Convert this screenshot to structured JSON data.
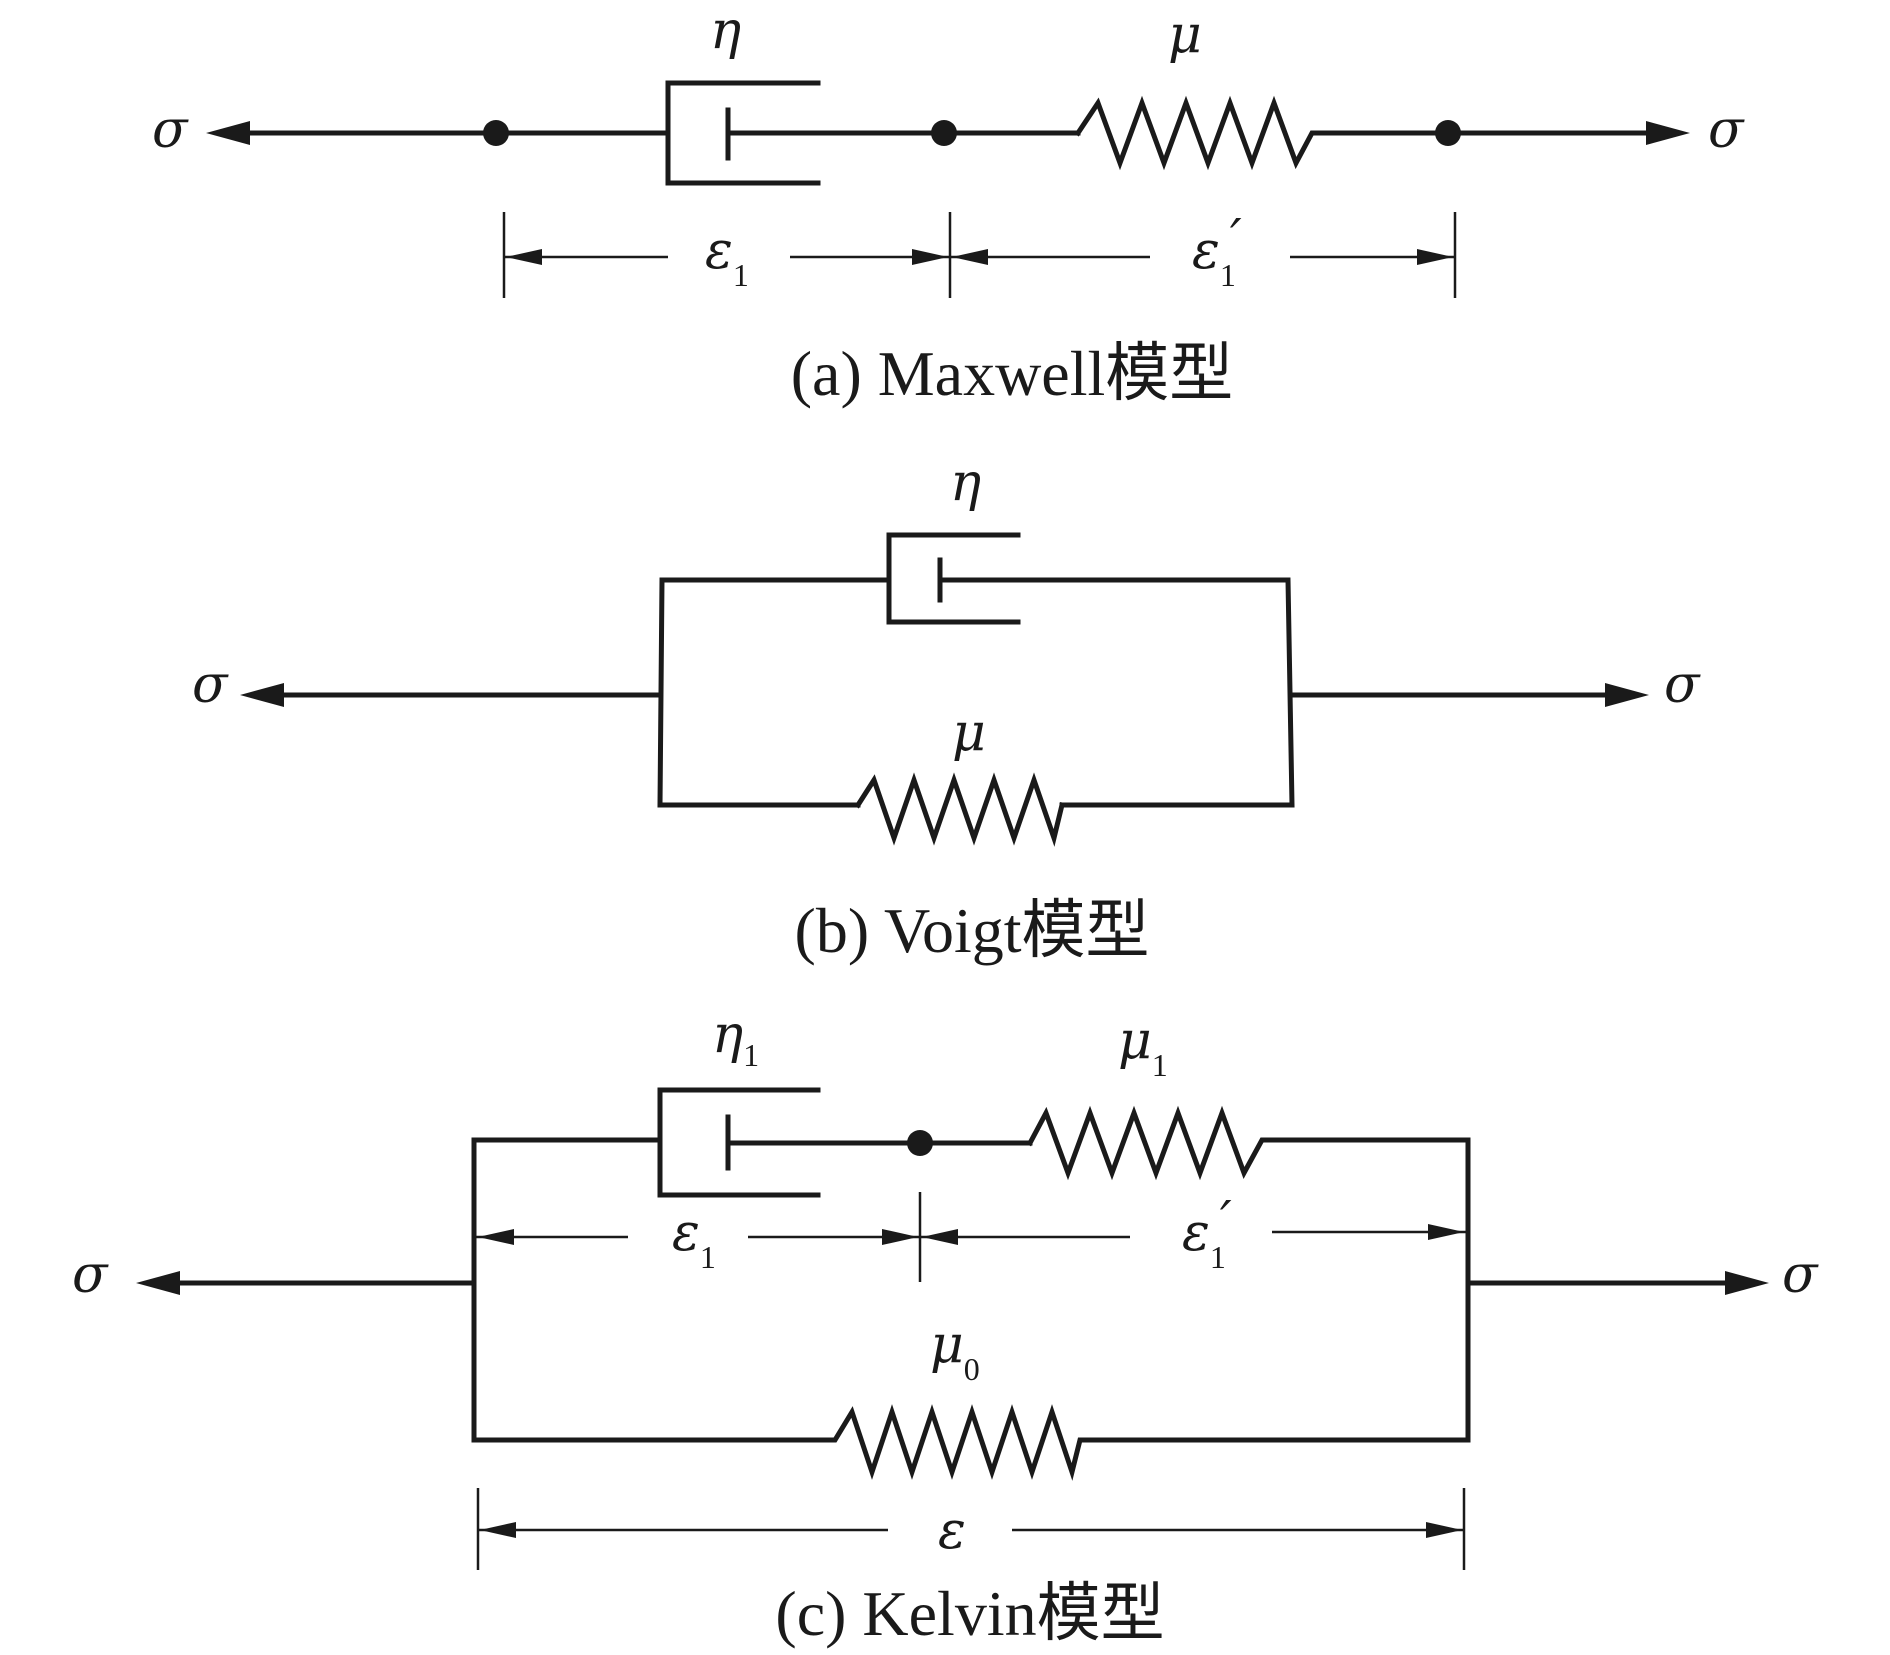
{
  "maxwell": {
    "caption": "(a) Maxwell模型",
    "stress_left": "σ",
    "stress_right": "σ",
    "dashpot_label": "η",
    "spring_label": "μ",
    "strain_dashpot": {
      "symbol": "ε",
      "subscript": "1",
      "prime": ""
    },
    "strain_spring": {
      "symbol": "ε",
      "subscript": "1",
      "prime": "′"
    }
  },
  "voigt": {
    "caption": "(b) Voigt模型",
    "stress_left": "σ",
    "stress_right": "σ",
    "dashpot_label": "η",
    "spring_label": "μ"
  },
  "kelvin": {
    "caption": "(c) Kelvin模型",
    "stress_left": "σ",
    "stress_right": "σ",
    "dashpot_label": {
      "symbol": "η",
      "subscript": "1"
    },
    "series_spring_label": {
      "symbol": "μ",
      "subscript": "1"
    },
    "parallel_spring_label": {
      "symbol": "μ",
      "subscript": "0"
    },
    "strain_dashpot": {
      "symbol": "ε",
      "subscript": "1",
      "prime": ""
    },
    "strain_spring": {
      "symbol": "ε",
      "subscript": "1",
      "prime": "′"
    },
    "strain_total": "ε"
  }
}
